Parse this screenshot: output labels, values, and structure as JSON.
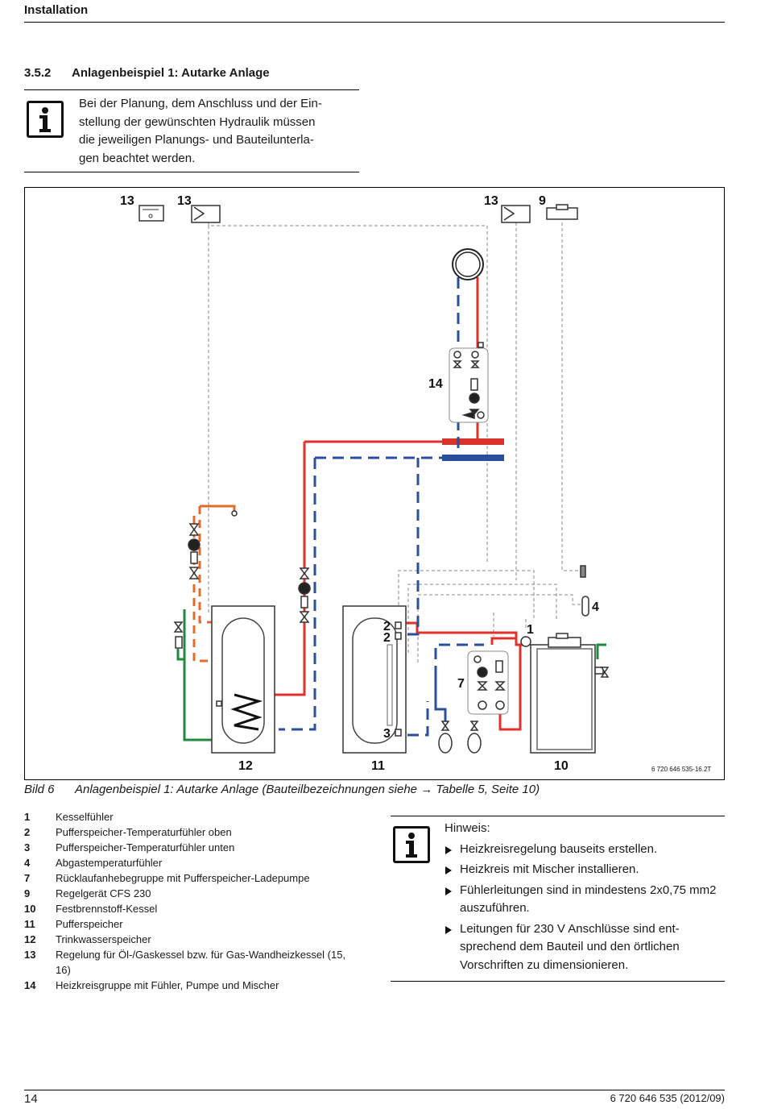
{
  "header": {
    "title": "Installation"
  },
  "section": {
    "number": "3.5.2",
    "title": "Anlagenbeispiel 1: Autarke Anlage"
  },
  "note": {
    "lines": [
      "Bei der Planung, dem Anschluss und der Ein-",
      "stellung der gewünschten Hydraulik müssen",
      "die jeweiligen Planungs- und Bauteilunterla-",
      "gen beachtet werden."
    ]
  },
  "figure": {
    "labels": [
      "13",
      "13",
      "13",
      "9",
      "14",
      "4",
      "1",
      "2",
      "2",
      "3",
      "7",
      "12",
      "11",
      "10"
    ],
    "code": "6 720 646 535-16.2T",
    "colors": {
      "supply": "#e0312c",
      "return": "#2a4f9e",
      "dhw": "#e46b2a",
      "cold_water": "#1f8a3c",
      "signal": "#8a8a8a"
    }
  },
  "caption": {
    "label": "Bild 6",
    "text": "Anlagenbeispiel 1: Autarke Anlage (Bauteilbezeichnungen siehe → Tabelle  5, Seite 10)"
  },
  "legend": [
    {
      "num": "1",
      "text": "Kesselfühler"
    },
    {
      "num": "2",
      "text": "Pufferspeicher-Temperaturfühler oben"
    },
    {
      "num": "3",
      "text": "Pufferspeicher-Temperaturfühler unten"
    },
    {
      "num": "4",
      "text": "Abgastemperaturfühler"
    },
    {
      "num": "7",
      "text": "Rücklaufanhebegruppe mit Pufferspeicher-Ladepumpe"
    },
    {
      "num": "9",
      "text": "Regelgerät CFS 230"
    },
    {
      "num": "10",
      "text": "Festbrennstoff-Kessel"
    },
    {
      "num": "11",
      "text": "Pufferspeicher"
    },
    {
      "num": "12",
      "text": "Trinkwasserspeicher"
    },
    {
      "num": "13",
      "text": "Regelung für Öl-/Gaskessel bzw. für Gas-Wandheizkessel (15, 16)"
    },
    {
      "num": "14",
      "text": "Heizkreisgruppe mit Fühler, Pumpe und Mischer"
    }
  ],
  "hint": {
    "title": "Hinweis:",
    "items": [
      "Heizkreisregelung bauseits erstellen.",
      "Heizkreis mit Mischer installieren.",
      "Fühlerleitungen sind in mindestens 2x0,75 mm2 auszuführen.",
      "Leitungen für 230 V Anschlüsse sind ent-sprechend dem Bauteil und den örtlichen Vorschriften zu dimensionieren."
    ]
  },
  "footer": {
    "page": "14",
    "doc": "6 720 646 535 (2012/09)"
  }
}
